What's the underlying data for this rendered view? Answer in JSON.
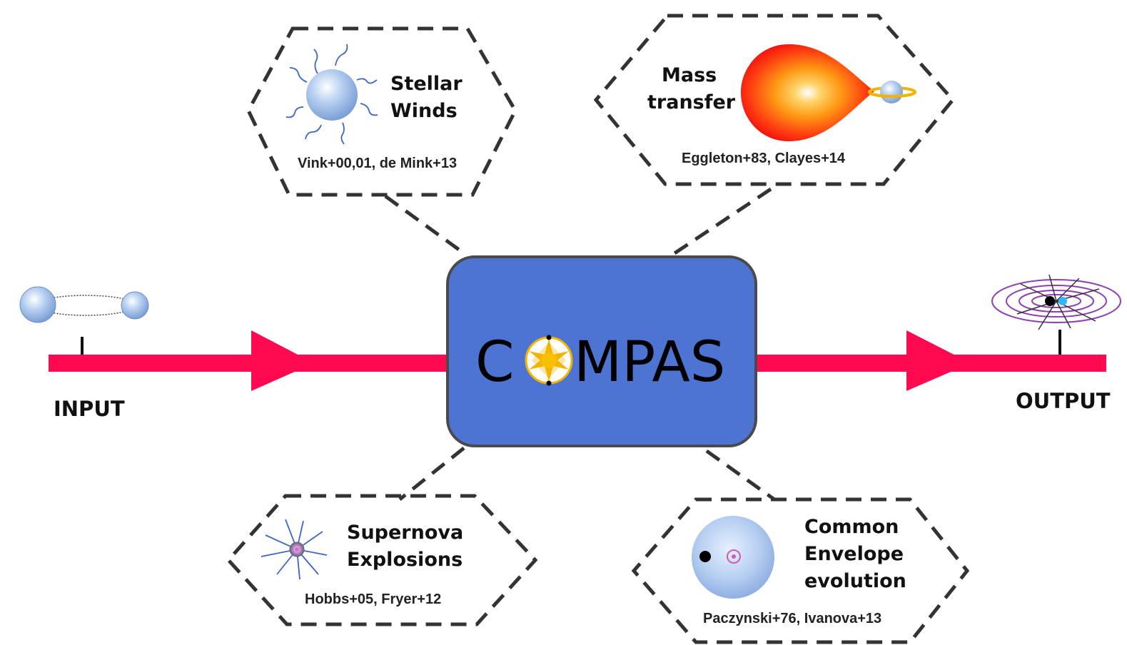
{
  "center": {
    "logo_text_left": "C",
    "logo_text_right": "MPAS"
  },
  "input": {
    "label": "INPUT"
  },
  "output": {
    "label": "OUTPUT"
  },
  "modules": {
    "stellar_winds": {
      "title_line1": "Stellar",
      "title_line2": "Winds",
      "citation": "Vink+00,01, de Mink+13"
    },
    "mass_transfer": {
      "title_line1": "Mass",
      "title_line2": "transfer",
      "citation": "Eggleton+83, Clayes+14"
    },
    "supernova": {
      "title_line1": "Supernova",
      "title_line2": "Explosions",
      "citation": "Hobbs+05, Fryer+12"
    },
    "common_envelope": {
      "title_line1": "Common",
      "title_line2": "Envelope",
      "title_line3": "evolution",
      "citation": "Paczynski+76, Ivanova+13"
    }
  },
  "colors": {
    "arrow": "#ff0a50",
    "box_fill": "#4d74d3",
    "box_stroke": "#4a4a4a",
    "star_blue": "#9fc0ea",
    "accent_gold": "#f2b400",
    "hex_stroke": "#333333"
  },
  "icons": [
    "binary-stars-icon",
    "merger-waves-icon",
    "wind-star-icon",
    "roche-lobe-icon",
    "supernova-icon",
    "common-envelope-icon",
    "compas-sun-icon"
  ]
}
